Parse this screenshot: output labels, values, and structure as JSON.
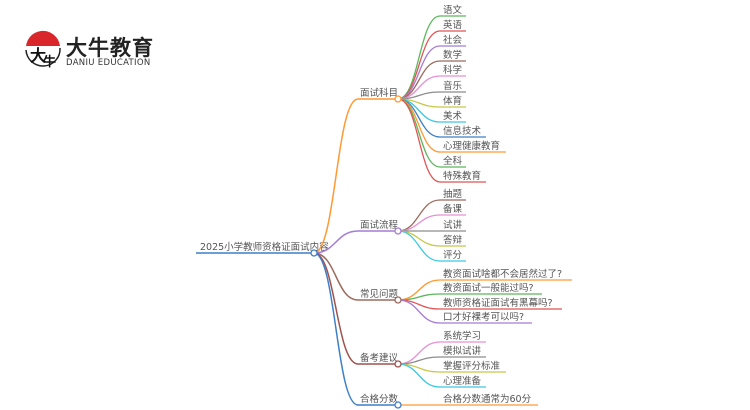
{
  "logo": {
    "name_cn": "大牛教育",
    "name_en": "DANIU EDUCATION",
    "mark_text": "大牛"
  },
  "root": {
    "label": "2025小学教师资格证面试内容",
    "color": "#3f7fc8"
  },
  "branches": [
    {
      "label": "面试科目",
      "color": "#ff9933",
      "children": [
        {
          "label": "语文",
          "color": "#5cb85c"
        },
        {
          "label": "英语",
          "color": "#e05555"
        },
        {
          "label": "社会",
          "color": "#a57cd6"
        },
        {
          "label": "数学",
          "color": "#9c6b5e"
        },
        {
          "label": "科学",
          "color": "#e88fd6"
        },
        {
          "label": "音乐",
          "color": "#8c8c8c"
        },
        {
          "label": "体育",
          "color": "#c8c84a"
        },
        {
          "label": "美术",
          "color": "#3cc8e0"
        },
        {
          "label": "信息技术",
          "color": "#3f7fc8"
        },
        {
          "label": "心理健康教育",
          "color": "#ff9933"
        },
        {
          "label": "全科",
          "color": "#5cb85c"
        },
        {
          "label": "特殊教育",
          "color": "#e05555"
        }
      ]
    },
    {
      "label": "面试流程",
      "color": "#a57cd6",
      "children": [
        {
          "label": "抽题",
          "color": "#9c6b5e"
        },
        {
          "label": "备课",
          "color": "#e88fd6"
        },
        {
          "label": "试讲",
          "color": "#8c8c8c"
        },
        {
          "label": "答辩",
          "color": "#c8c84a"
        },
        {
          "label": "评分",
          "color": "#3cc8e0"
        }
      ]
    },
    {
      "label": "常见问题",
      "color": "#9c6b5e",
      "children": [
        {
          "label": "教资面试啥都不会居然过了?",
          "color": "#ff9933"
        },
        {
          "label": "教资面试一般能过吗?",
          "color": "#5cb85c"
        },
        {
          "label": "教师资格证面试有黑幕吗?",
          "color": "#e05555"
        },
        {
          "label": "口才好裸考可以吗?",
          "color": "#a57cd6"
        }
      ]
    },
    {
      "label": "备考建议",
      "color": "#a0524d",
      "children": [
        {
          "label": "系统学习",
          "color": "#e88fd6"
        },
        {
          "label": "模拟试讲",
          "color": "#8c8c8c"
        },
        {
          "label": "掌握评分标准",
          "color": "#c8c84a"
        },
        {
          "label": "心理准备",
          "color": "#3cc8e0"
        }
      ]
    },
    {
      "label": "合格分数",
      "color": "#3f7fc8",
      "children": [
        {
          "label": "合格分数通常为60分",
          "color": "#ff9933"
        }
      ]
    }
  ]
}
